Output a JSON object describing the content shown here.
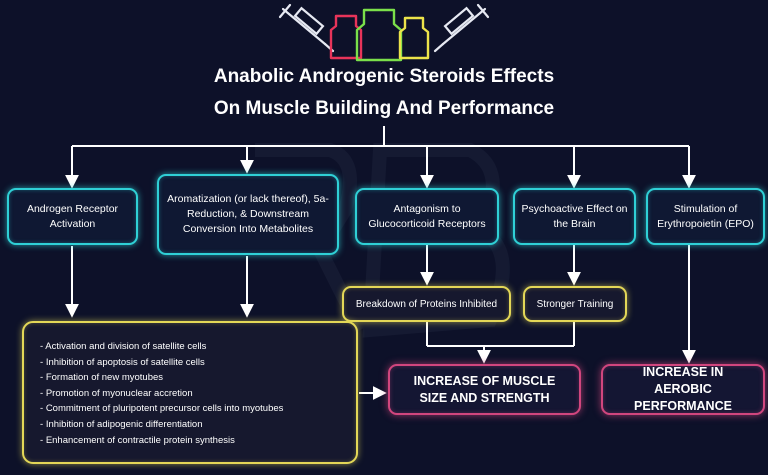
{
  "title": {
    "line1": "Anabolic Androgenic Steroids Effects",
    "line2": "On Muscle Building And Performance"
  },
  "colors": {
    "background": "#0d1129",
    "primary_box_border": "#2fd0d6",
    "secondary_box_border": "#e3d757",
    "outcome_box_border": "#d1467e",
    "arrow": "#ffffff"
  },
  "icons": [
    "syringe-icon",
    "vial-icon",
    "syringe-icon"
  ],
  "mechanisms": [
    "Androgen Receptor Activation",
    "Aromatization (or lack thereof), 5a-Reduction, & Downstream Conversion Into Metabolites",
    "Antagonism to Glucocorticoid Receptors",
    "Psychoactive Effect on the Brain",
    "Stimulation of Erythropoietin (EPO)"
  ],
  "intermediates": {
    "proteins": "Breakdown of Proteins Inhibited",
    "training": "Stronger Training"
  },
  "effects_list": [
    "Activation and division of satellite cells",
    "Inhibition of apoptosis of satellite cells",
    "Formation of new myotubes",
    "Promotion of myonuclear accretion",
    "Commitment of pluripotent precursor cells into myotubes",
    "Inhibition of adipogenic differentiation",
    "Enhancement of contractile protein synthesis"
  ],
  "outcomes": {
    "muscle": "INCREASE OF MUSCLE SIZE AND STRENGTH",
    "aerobic": "INCREASE IN AEROBIC PERFORMANCE"
  }
}
